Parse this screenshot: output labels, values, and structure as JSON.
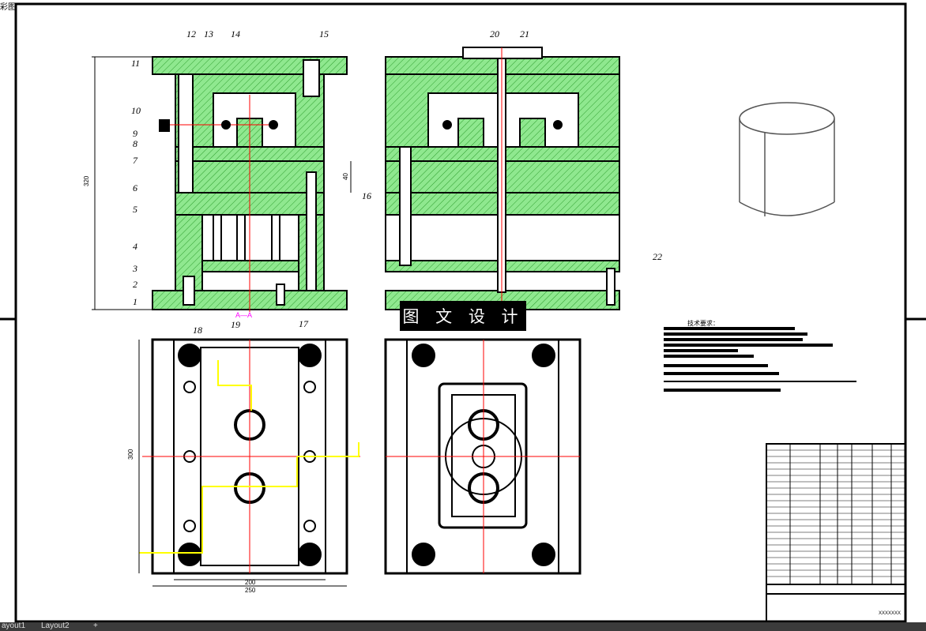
{
  "corner_label": "彩图",
  "tabs": [
    "ayout1",
    "Layout2",
    "+"
  ],
  "watermark": "图 文 设 计",
  "tech_title": "技术要求：",
  "callouts": [
    "1",
    "2",
    "3",
    "4",
    "5",
    "6",
    "7",
    "8",
    "9",
    "10",
    "11",
    "12",
    "13",
    "14",
    "15",
    "16",
    "17",
    "18",
    "19",
    "20",
    "21",
    "22"
  ],
  "section_label": "A—A",
  "dims": {
    "height_top": "320",
    "height_bottom": "300",
    "width_inner": "200",
    "width_outer": "250",
    "step": "40"
  },
  "table_number": "XXXXXXX",
  "colors": {
    "plate": "#8fe88f",
    "hatch": "#2f9f2f",
    "outline": "#000000",
    "center": "#ff0000",
    "dim": "#ff00ff",
    "water": "#ffff00"
  }
}
